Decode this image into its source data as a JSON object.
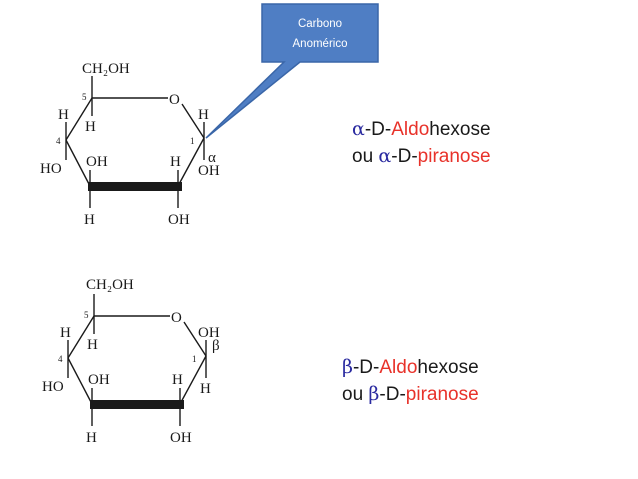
{
  "colors": {
    "callout_fill": "#4f7ec4",
    "callout_border": "#3a66a8",
    "callout_text": "#ffffff",
    "greek": "#2a2aa0",
    "highlight_red": "#e8322a",
    "text": "#1a1a1a"
  },
  "callout": {
    "line1": "Carbono",
    "line2": "Anomérico"
  },
  "alpha": {
    "ring": {
      "ch2oh": "CH₂OH",
      "c5": "5",
      "o": "O",
      "h_top_left": "H",
      "h_top_right": "H",
      "h_c5_down": "H",
      "c4": "4",
      "c1": "1",
      "greek": "α",
      "ho_left": "HO",
      "oh_c3_up": "OH",
      "h_c2_up": "H",
      "oh_c1_down": "OH",
      "h_bottom_left": "H",
      "oh_bottom_right": "OH"
    },
    "label": {
      "line1_greek": "α",
      "line1_mid": "-D-",
      "line1_red": "Aldo",
      "line1_end": "hexose",
      "line2_prefix": "ou ",
      "line2_greek": "α",
      "line2_mid": "-D-",
      "line2_red": "piranose"
    }
  },
  "beta": {
    "ring": {
      "ch2oh": "CH₂OH",
      "c5": "5",
      "o": "O",
      "h_top_left": "H",
      "oh_top_right": "OH",
      "h_c5_down": "H",
      "c4": "4",
      "c1": "1",
      "greek": "β",
      "ho_left": "HO",
      "oh_c3_up": "OH",
      "h_c2_up": "H",
      "h_c1_down": "H",
      "h_bottom_left": "H",
      "oh_bottom_right": "OH"
    },
    "label": {
      "line1_greek": "β",
      "line1_mid": "-D-",
      "line1_red": "Aldo",
      "line1_end": "hexose",
      "line2_prefix": "ou ",
      "line2_greek": "β",
      "line2_mid": "-D-",
      "line2_red": "piranose"
    }
  }
}
